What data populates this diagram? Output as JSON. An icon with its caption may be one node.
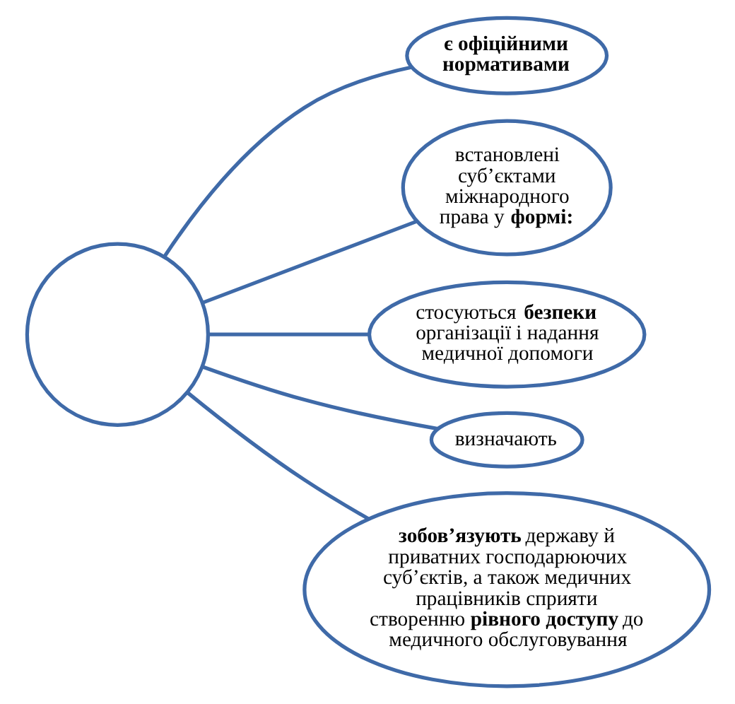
{
  "diagram": {
    "nodes": [
      {
        "text": [],
        "shape": "circle"
      },
      {
        "text": [
          "є офіційними нормативами"
        ]
      },
      {
        "text": [
          "встановлені суб’єктами міжнародного права у **формі:**"
        ]
      },
      {
        "text": [
          "стосуються **безпеки** організації і надання медичної допомоги"
        ]
      },
      {
        "text": [
          "визначають"
        ]
      },
      {
        "text": [
          "**зобов’язують** державу й приватних господарюючих суб’єктів, а також медичних працівників сприяти створенню **рівного доступу** до медичного обслуговування"
        ]
      }
    ],
    "edges": [
      {
        "from": 0,
        "to": 1,
        "arrow": "none"
      },
      {
        "from": 0,
        "to": 2,
        "arrow": "none"
      },
      {
        "from": 0,
        "to": 3,
        "arrow": "none"
      },
      {
        "from": 0,
        "to": 4,
        "arrow": "none"
      },
      {
        "from": 0,
        "to": 5,
        "arrow": "none"
      }
    ]
  }
}
